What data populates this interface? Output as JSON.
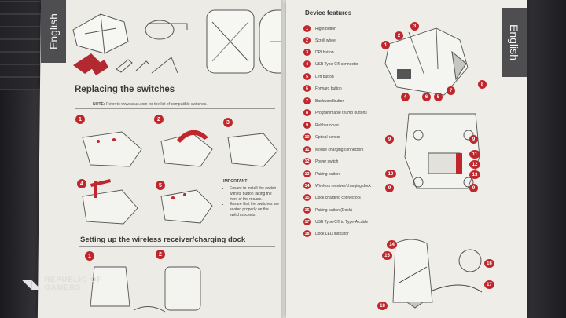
{
  "left_page": {
    "tab_label": "English",
    "section_switches": {
      "title": "Replacing the switches",
      "note_label": "NOTE:",
      "note_text": "Refer to www.asus.com for the list of compatible switches.",
      "steps": [
        "1",
        "2",
        "3",
        "4",
        "5"
      ],
      "important": {
        "title": "IMPORTANT!",
        "bullets": [
          "Ensure to install the switch with its button facing the front of the mouse.",
          "Ensure that the switches are seated properly on the switch sockets."
        ]
      }
    },
    "section_dock": {
      "title": "Setting up the wireless receiver/charging dock",
      "steps": [
        "1",
        "2"
      ]
    }
  },
  "right_page": {
    "tab_label": "English",
    "title": "Device features",
    "features": [
      {
        "num": "1",
        "label": "Right button"
      },
      {
        "num": "2",
        "label": "Scroll wheel"
      },
      {
        "num": "3",
        "label": "DPI button"
      },
      {
        "num": "4",
        "label": "USB Type-C® connector"
      },
      {
        "num": "5",
        "label": "Left button"
      },
      {
        "num": "6",
        "label": "Forward button"
      },
      {
        "num": "7",
        "label": "Backward button"
      },
      {
        "num": "8",
        "label": "Programmable thumb buttons"
      },
      {
        "num": "9",
        "label": "Rubber cover"
      },
      {
        "num": "10",
        "label": "Optical sensor"
      },
      {
        "num": "11",
        "label": "Mouse charging connectors"
      },
      {
        "num": "12",
        "label": "Power switch"
      },
      {
        "num": "13",
        "label": "Pairing button"
      },
      {
        "num": "14",
        "label": "Wireless receiver/charging dock"
      },
      {
        "num": "15",
        "label": "Dock charging connectors"
      },
      {
        "num": "16",
        "label": "Pairing button (Dock)"
      },
      {
        "num": "17",
        "label": "USB Type-C® to Type-A cable"
      },
      {
        "num": "18",
        "label": "Dock LED indicator"
      }
    ],
    "diagram_top_callouts": [
      "1",
      "2",
      "3",
      "4",
      "5",
      "6",
      "7",
      "8"
    ],
    "diagram_mid_callouts": [
      "9",
      "9",
      "9",
      "9",
      "10",
      "11",
      "12",
      "13"
    ],
    "diagram_bottom_callouts": [
      "14",
      "15",
      "16",
      "17",
      "18"
    ]
  },
  "brand": {
    "line1": "REPUBLIC OF",
    "line2": "GAMERS"
  },
  "colors": {
    "accent": "#c0272d",
    "paper": "#ecebe6",
    "tab": "#4e4e50"
  }
}
